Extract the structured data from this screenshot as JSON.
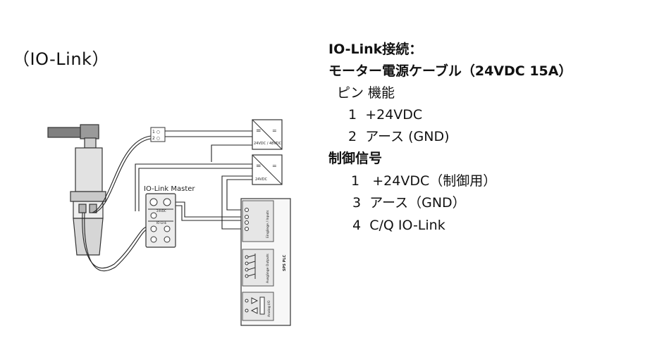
{
  "section_title": "（IO-Link）",
  "diagram": {
    "master_label": "IO-Link Master",
    "master_port_1": "24VDC",
    "master_port_2": "IO-Link",
    "psu_1_label": "24VDC / 48VDC",
    "psu_2_label": "24VDC",
    "plc_label": "SPS PLC",
    "plc_io_label": "Eingänge / Inputs",
    "plc_out_label": "Ausgänge Outputs",
    "plc_analog_label": "Analog I/O"
  },
  "spec": {
    "heading": "IO-Link接続：",
    "cable_heading": "モーター電源ケーブル（24VDC 15A）",
    "pin_header": "ピン 機能",
    "power_pins": [
      {
        "pin": "1",
        "func": "+24VDC"
      },
      {
        "pin": "2",
        "func": "アース (GND)"
      }
    ],
    "signal_heading": "制御信号",
    "signal_pins": [
      {
        "pin": "1",
        "func": "+24VDC（制御用）"
      },
      {
        "pin": "3",
        "func": "アース（GND）"
      },
      {
        "pin": "4",
        "func": "C/Q  IO-Link"
      }
    ]
  }
}
